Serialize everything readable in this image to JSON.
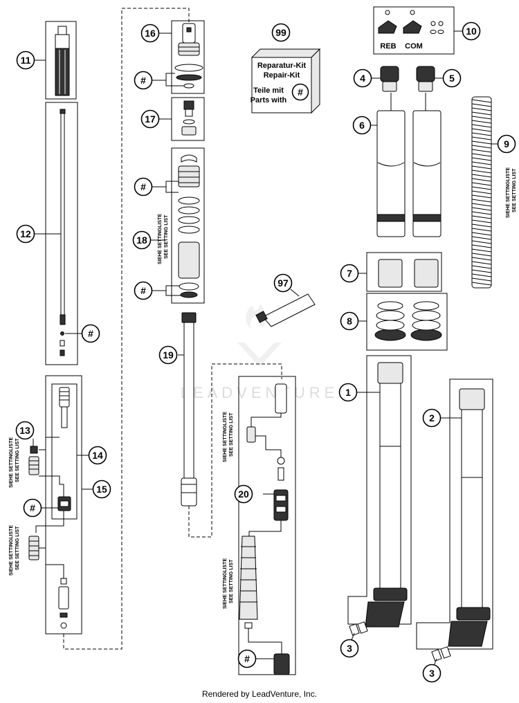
{
  "diagram": {
    "callouts": {
      "c1": "1",
      "c2": "2",
      "c3a": "3",
      "c3b": "3",
      "c4": "4",
      "c5": "5",
      "c6": "6",
      "c7": "7",
      "c8": "8",
      "c9": "9",
      "c10": "10",
      "c11": "11",
      "c12": "12",
      "c13": "13",
      "c14": "14",
      "c15": "15",
      "c16": "16",
      "c17": "17",
      "c18": "18",
      "c19": "19",
      "c20": "20",
      "c97": "97",
      "c99": "99",
      "hash": "#"
    },
    "kit_box": {
      "line1": "Reparatur-Kit",
      "line2": "Repair-Kit",
      "line3": "Teile mit",
      "line4": "Parts with"
    },
    "adjusters": {
      "reb": "REB",
      "com": "COM"
    },
    "setting_list": {
      "de": "SIEHE SETTINGLISTE",
      "en": "SEE SETTING LIST"
    },
    "watermark": "LEADVENTURE"
  },
  "footer": "Rendered by LeadVenture, Inc."
}
